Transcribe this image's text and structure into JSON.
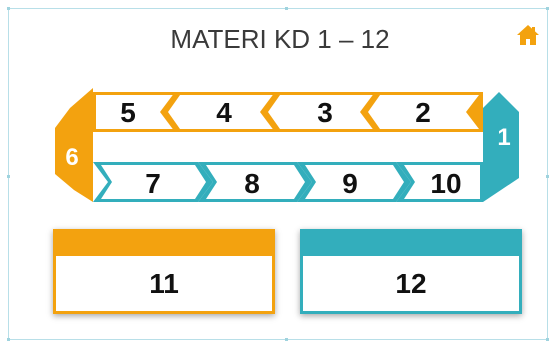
{
  "title": "MATERI KD 1 – 12",
  "home_icon": "home-icon",
  "colors": {
    "orange": "#f3a20f",
    "teal": "#33aebc",
    "text": "#111111"
  },
  "path": {
    "start": "1",
    "turn": "6",
    "top_row": [
      "5",
      "4",
      "3",
      "2"
    ],
    "bottom_row": [
      "7",
      "8",
      "9",
      "10"
    ]
  },
  "cards": [
    {
      "label": "11",
      "color": "orange"
    },
    {
      "label": "12",
      "color": "teal"
    }
  ]
}
